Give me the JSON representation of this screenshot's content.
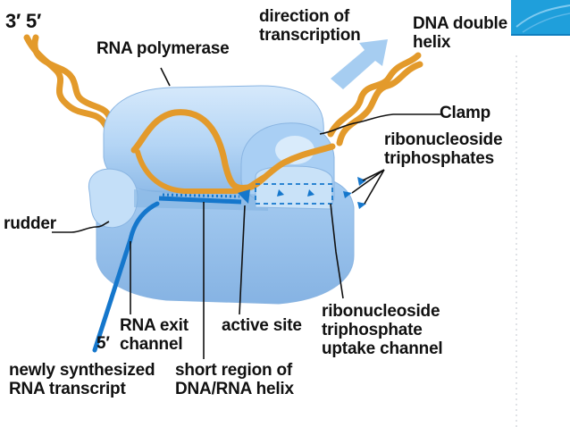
{
  "slide": {
    "accent_color": "#1f9fdb",
    "accent_stripe_color": "#0f7fbf"
  },
  "diagram": {
    "colors": {
      "dna_strand": "#e39a2b",
      "rna_strand": "#1577cc",
      "polymerase_body": "#b9d8f6",
      "polymerase_shadow": "#8fb9e6",
      "arrow": "#9cc8f0"
    },
    "labels": {
      "strand_ends": "3′ 5′",
      "rna_polymerase": "RNA polymerase",
      "direction": [
        "direction of",
        "transcription"
      ],
      "dna_helix": [
        "DNA double",
        "helix"
      ],
      "clamp": "Clamp",
      "ribo_triphosphates": [
        "ribonucleoside",
        "triphosphates"
      ],
      "rudder": "rudder",
      "rna_exit": [
        "RNA exit",
        "channel"
      ],
      "rna_five_prime": "5′",
      "active_site": "active site",
      "uptake_channel": [
        "ribonucleoside",
        "triphosphate",
        "uptake channel"
      ],
      "newly_synthesized": [
        "newly synthesized",
        "RNA transcript"
      ],
      "short_region": [
        "short region of",
        "DNA/RNA helix"
      ]
    }
  }
}
